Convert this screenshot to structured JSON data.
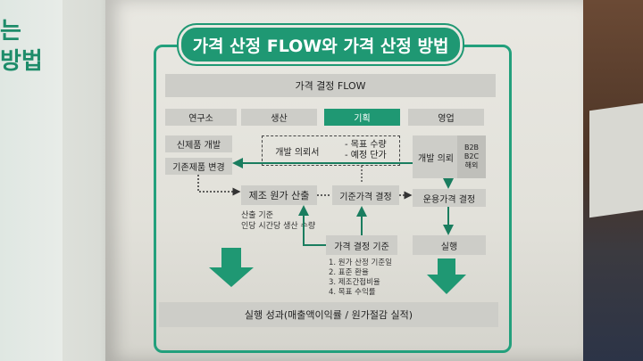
{
  "title": "가격 산정 FLOW와 가격 산정 방법",
  "left_page_text": [
    "는",
    "방법"
  ],
  "header_bar": "가격 결정 FLOW",
  "departments": [
    "연구소",
    "생산",
    "기획",
    "영업"
  ],
  "lab": {
    "new_product": "신제품 개발",
    "existing_change": "기존제품 변경"
  },
  "request_box": {
    "label": "개발 의뢰서",
    "items": [
      "- 목표 수량",
      "- 예정 단가"
    ]
  },
  "sales_box": {
    "label": "개발 의뢰",
    "channels": [
      "B2B",
      "B2C",
      "해외"
    ]
  },
  "cost_calc": "제조 원가 산출",
  "cost_basis": [
    "산출 기준",
    "인당 시간당 생산 수량"
  ],
  "base_price": "기준가격 결정",
  "operating_price": "운용가격 결정",
  "criteria_box": "가격 결정 기준",
  "criteria_list": [
    "1. 원가 산정 기준일",
    "2. 표준 환율",
    "3. 제조간접비율",
    "4. 목표 수익률"
  ],
  "execution": "실행",
  "result_bar": "실행 성과(매출액이익률 / 원가절감 실적)",
  "colors": {
    "accent": "#1f9873",
    "box": "#cdcdc8"
  }
}
